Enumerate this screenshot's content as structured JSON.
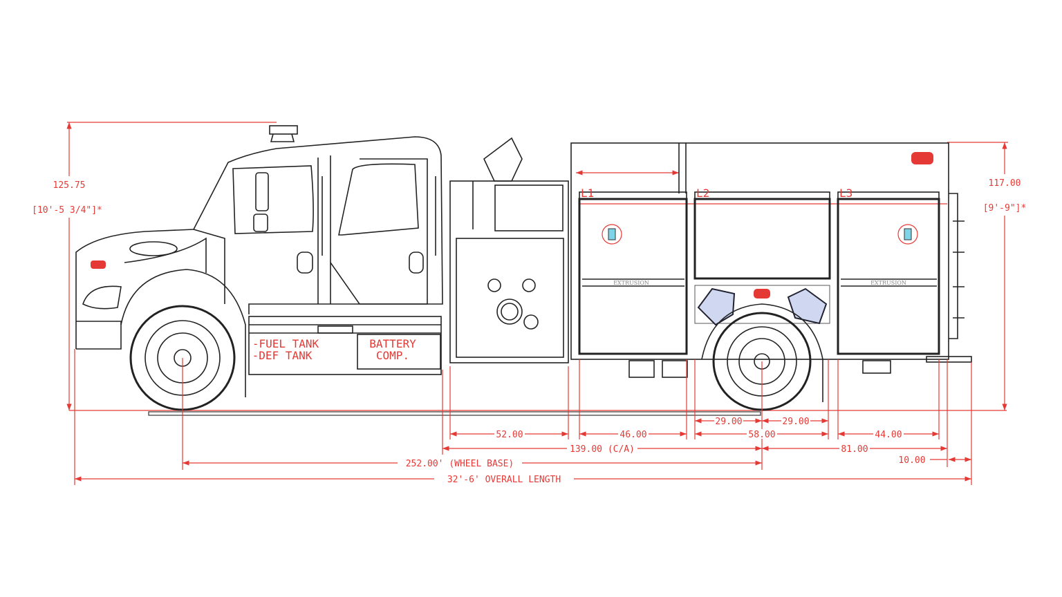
{
  "height_dims": {
    "left_value": "125.75",
    "left_feet": "[10'-5 3/4\"]*",
    "right_value": "117.00",
    "right_feet": "[9'-9\"]*"
  },
  "compartments": [
    {
      "label": "L1",
      "extrusion": "EXTRUSION"
    },
    {
      "label": "L2"
    },
    {
      "label": "L3",
      "extrusion": "EXTRUSION"
    }
  ],
  "tank_labels": {
    "fuel": "-FUEL TANK",
    "def": "-DEF TANK",
    "battery_line1": "BATTERY",
    "battery_line2": "COMP."
  },
  "dimensions": {
    "d29a": "29.00",
    "d29b": "29.00",
    "d52": "52.00",
    "d46": "46.00",
    "d58": "58.00",
    "d44": "44.00",
    "ca": "139.00 (C/A)",
    "d81": "81.00",
    "wheelbase": "252.00' (WHEEL BASE)",
    "d10": "10.00",
    "overall": "32'-6' OVERALL LENGTH"
  },
  "colors": {
    "dimension": "#e53935",
    "line": "#222222"
  }
}
